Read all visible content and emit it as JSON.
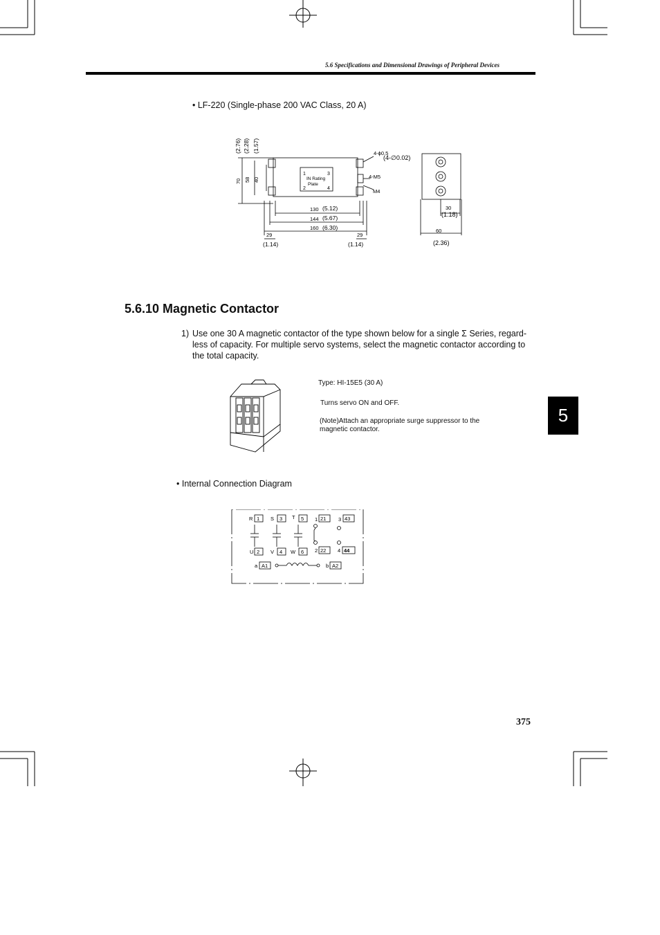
{
  "header": {
    "running_title": "5.6 Specifications and Dimensional Drawings of Peripheral Devices"
  },
  "filter": {
    "bullet": "• LF-220 (Single-phase 200 VAC Class, 20 A)",
    "dims": {
      "in_276": "(2.76)",
      "in_228": "(2.28)",
      "in_157": "(1.57)",
      "mm_70": "70",
      "mm_58": "58",
      "mm_40": "40",
      "hole_label": "4-ϕ0.5",
      "hole_in": "(4-∅0.02)",
      "m5": "4-M5",
      "m4": "M4",
      "mm_130": "130",
      "in_130": "(5.12)",
      "mm_144": "144",
      "in_144": "(5.67)",
      "mm_160": "160",
      "in_160": "(6.30)",
      "mm_29": "29",
      "in_114": "(1.14)",
      "mm_30": "30",
      "in_118": "(1.18)",
      "mm_60": "60",
      "in_236": "(2.36)"
    },
    "plate": {
      "n1": "1",
      "n2": "2",
      "n3": "3",
      "n4": "4",
      "line1": "IN Rating",
      "line2": "Plate"
    }
  },
  "section": {
    "title": "5.6.10 Magnetic Contactor",
    "item_num": "1)",
    "item_text": "Use one 30 A magnetic contactor of the type shown below for a single  Σ Series, regard- less of capacity. For multiple servo systems, select the magnetic contactor according to the total capacity."
  },
  "contactor": {
    "type": "Type: HI-15E5 (30 A)",
    "desc": "Turns servo ON and OFF.",
    "note1": "(Note)Attach an appropriate surge suppressor to the",
    "note2": "magnetic contactor."
  },
  "diagram": {
    "bullet": "• Internal Connection Diagram",
    "top": {
      "R": "R",
      "S": "S",
      "T": "T",
      "t1": "1",
      "t3": "3",
      "n1": "1",
      "n3": "3",
      "n5": "5",
      "n21": "21",
      "n43": "43"
    },
    "bottom": {
      "U": "U",
      "V": "V",
      "W": "W",
      "t2": "2",
      "t4": "4",
      "n2": "2",
      "n4": "4",
      "n6": "6",
      "n22": "22",
      "n44": "44"
    },
    "coil": {
      "a": "a",
      "b": "b",
      "A1": "A1",
      "A2": "A2"
    }
  },
  "tab": "5",
  "page_number": "375"
}
